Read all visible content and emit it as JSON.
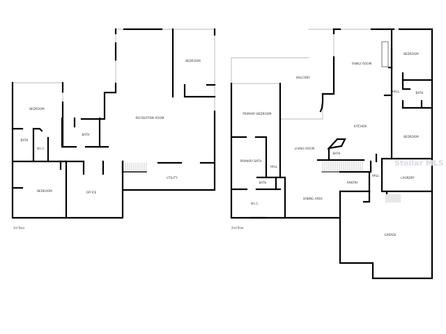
{
  "floors": [
    {
      "name": "1st floor",
      "rooms": [
        "BEDROOM",
        "BATH",
        "W.I.C.",
        "BATH",
        "RECREATION ROOM",
        "BEDROOM",
        "BEDROOM",
        "OFFICE",
        "UTILITY"
      ]
    },
    {
      "name": "2nd floor",
      "rooms": [
        "BALCONY",
        "FAMILY ROOM",
        "BEDROOM",
        "HALL",
        "BATH",
        "PRIMARY BEDROOM",
        "KITCHEN",
        "BEDROOM",
        "LIVING ROOM",
        "BATH",
        "PRIMARY BATH",
        "HALL",
        "HALL",
        "LAUNDRY",
        "PANTRY",
        "BATH",
        "DINING AREA",
        "W.I.C.",
        "GARAGE"
      ]
    }
  ],
  "watermark": "Stellar MLS",
  "colors": {
    "wall": "#000000",
    "window": "#c8c8c8"
  }
}
